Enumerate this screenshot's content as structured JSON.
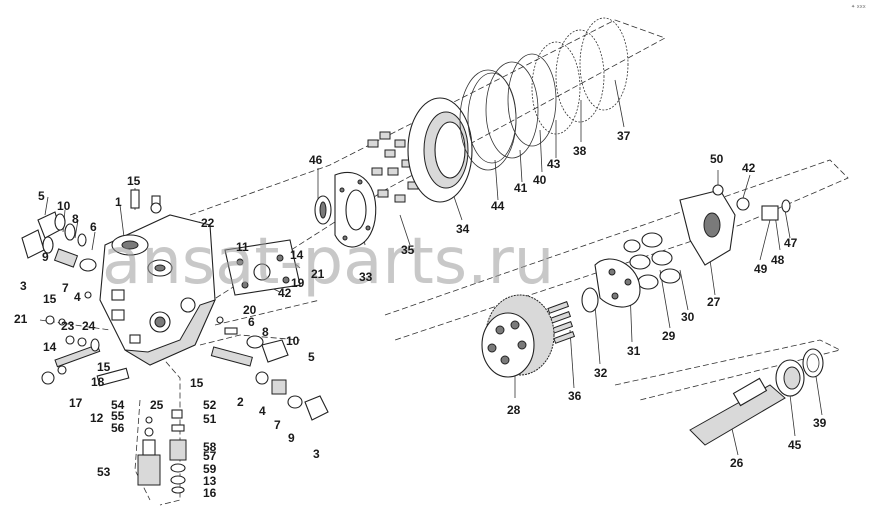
{
  "diagram": {
    "watermark": "ansat-parts.ru",
    "corner_mark": "✦ xxx",
    "callouts": [
      "1",
      "2",
      "3",
      "3",
      "4",
      "4",
      "5",
      "5",
      "6",
      "6",
      "7",
      "7",
      "8",
      "8",
      "9",
      "9",
      "10",
      "10",
      "11",
      "12",
      "13",
      "14",
      "14",
      "15",
      "15",
      "15",
      "15",
      "16",
      "17",
      "18",
      "19",
      "20",
      "21",
      "21",
      "22",
      "23",
      "24",
      "25",
      "26",
      "27",
      "28",
      "29",
      "30",
      "31",
      "32",
      "33",
      "34",
      "35",
      "36",
      "37",
      "38",
      "39",
      "40",
      "41",
      "42",
      "42",
      "43",
      "44",
      "45",
      "46",
      "47",
      "48",
      "49",
      "50",
      "51",
      "52",
      "53",
      "54",
      "55",
      "56",
      "57",
      "58",
      "59"
    ]
  }
}
